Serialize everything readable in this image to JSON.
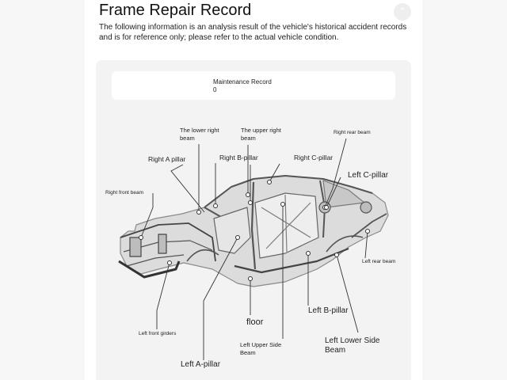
{
  "header": {
    "title": "Frame Repair Record",
    "subtitle": "The following information is an analysis result of the vehicle's historical accident records and is for reference only; please refer to the actual vehicle condition."
  },
  "maintenance": {
    "label": "Maintenance Record",
    "value": "0"
  },
  "labels": {
    "lower_right_beam": "The lower right beam",
    "upper_right_beam": "The upper right beam",
    "right_rear_beam": "Right rear beam",
    "right_a_pillar": "Right A pillar",
    "right_b_pillar": "Right B-pillar",
    "right_c_pillar": "Right C-pillar",
    "left_c_pillar": "Left C-pillar",
    "right_front_beam": "Right front beam",
    "left_rear_beam": "Left rear beam",
    "left_front_girders": "Left front girders",
    "floor": "floor",
    "left_b_pillar": "Left B-pillar",
    "left_upper_side_beam": "Left Upper Side Beam",
    "left_lower_side_beam": "Left Lower Side Beam",
    "left_a_pillar": "Left A-pillar"
  },
  "icons": {
    "scroll_top": "chevron-up-icon"
  },
  "colors": {
    "background": "#ffffff",
    "panel": "#f3f3f3",
    "line": "#333333"
  }
}
